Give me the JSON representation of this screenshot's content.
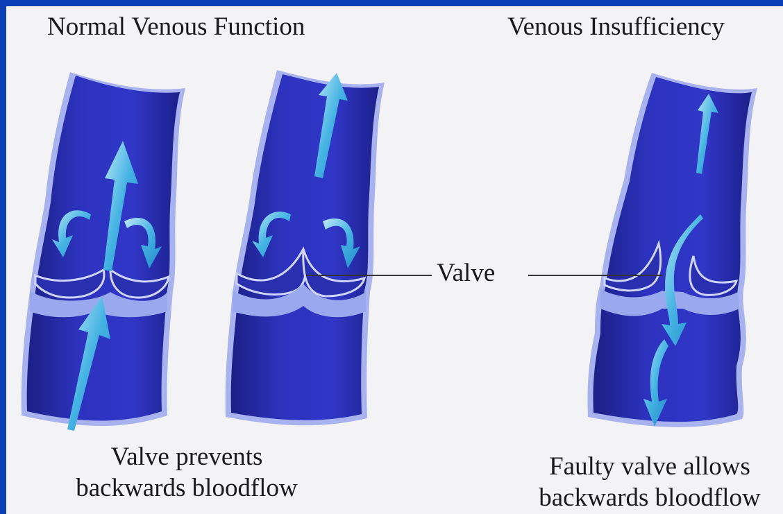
{
  "titles": {
    "normal": "Normal Venous Function",
    "insufficiency": "Venous Insufficiency"
  },
  "callout": {
    "valve": "Valve"
  },
  "captions": {
    "normal_line1": "Valve prevents",
    "normal_line2": "backwards bloodflow",
    "faulty_line1": "Faulty valve allows",
    "faulty_line2": "backwards bloodflow"
  },
  "colors": {
    "border": "#0a3fb8",
    "background": "#f3f3f6",
    "vein_fill": "#2a2fb0",
    "vein_dark": "#1a1c7a",
    "vein_wall": "#9aa8ee",
    "arrow": "#35a6dc",
    "arrow_light": "#a9def3"
  }
}
